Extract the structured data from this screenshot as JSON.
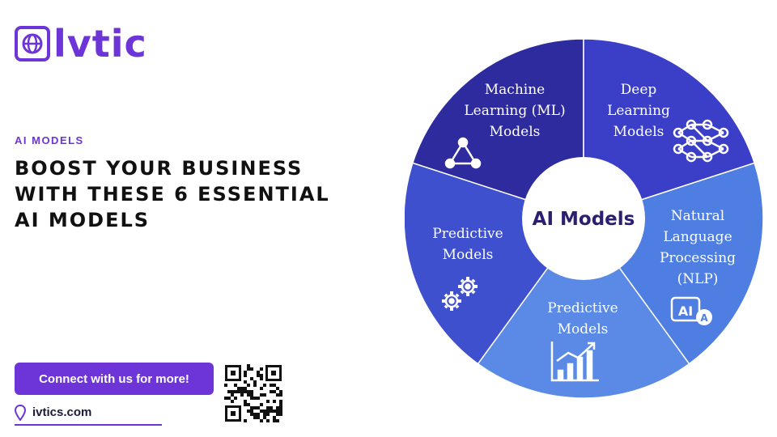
{
  "brand": {
    "logo_text": "lvtic",
    "accent_color": "#6d35d8",
    "icon": "globe-icon"
  },
  "eyebrow": "AI MODELS",
  "headline": {
    "line1": "BOOST YOUR BUSINESS",
    "line2": "WITH THESE 6 ESSENTIAL",
    "line3": "AI MODELS"
  },
  "cta_label": "Connect with us for more!",
  "website": "ivtics.com",
  "diagram": {
    "center": "AI Models",
    "segments": [
      {
        "lines": [
          "Machine",
          "Learning (ML)",
          "Models"
        ],
        "icon": "network-triangle-icon",
        "color": "#2d2b9e"
      },
      {
        "lines": [
          "Deep",
          "Learning",
          "Models"
        ],
        "icon": "neural-network-icon",
        "color": "#3b3fc7"
      },
      {
        "lines": [
          "Natural",
          "Language",
          "Processing",
          "(NLP)"
        ],
        "icon": "ai-text-icon",
        "color": "#4f7ee3"
      },
      {
        "lines": [
          "Predictive",
          "Models"
        ],
        "icon": "growth-chart-icon",
        "color": "#5a8ae6"
      },
      {
        "lines": [
          "Predictive",
          "Models"
        ],
        "icon": "gears-icon",
        "color": "#3f50cf"
      }
    ]
  }
}
